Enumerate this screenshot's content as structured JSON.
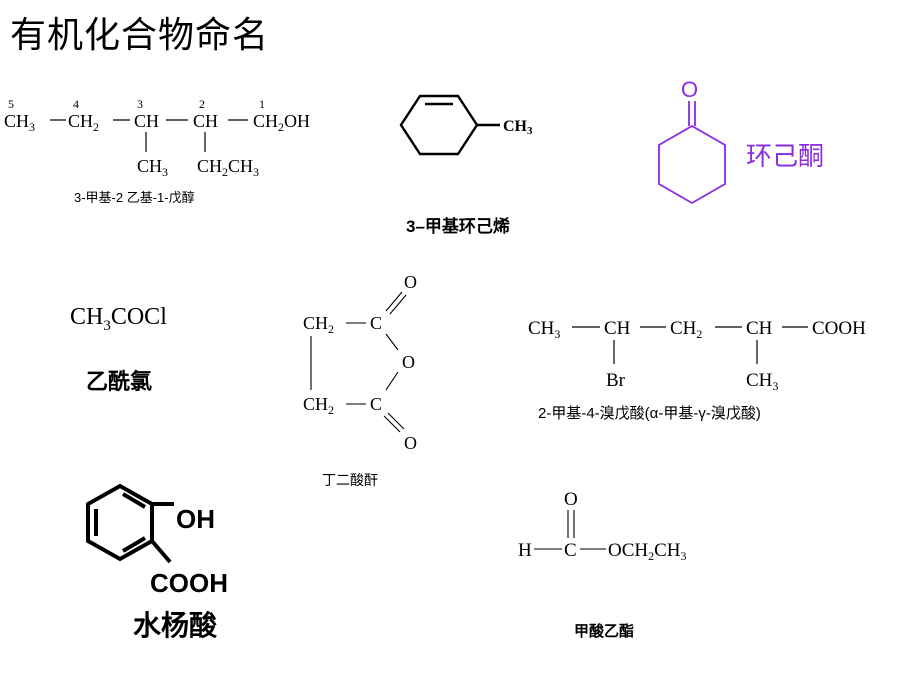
{
  "title": "有机化合物命名",
  "accent_color": "#8a2be2",
  "compounds": [
    {
      "id": "methyl-ethyl-pentanol",
      "numbers": [
        "5",
        "4",
        "3",
        "2",
        "1"
      ],
      "main_chain": [
        "CH3",
        "CH2",
        "CH",
        "CH",
        "CH2OH"
      ],
      "substituents": [
        "CH3",
        "CH2CH3"
      ],
      "name": "3-甲基-2 乙基-1-戊醇"
    },
    {
      "id": "methylcyclohexene",
      "group": "CH3",
      "name": "3–甲基环己烯"
    },
    {
      "id": "cyclohexanone",
      "atom": "O",
      "name": "环己酮"
    },
    {
      "id": "acetyl-chloride",
      "formula": "CH3COCl",
      "name": "乙酰氯"
    },
    {
      "id": "succinic-anhydride",
      "atoms": [
        "O",
        "CH2",
        "C",
        "O",
        "CH2",
        "C",
        "O"
      ],
      "name": "丁二酸酐"
    },
    {
      "id": "bromo-methyl-pentanoic-acid",
      "main_chain": [
        "CH3",
        "CH",
        "CH2",
        "CH",
        "COOH"
      ],
      "substituents": [
        "Br",
        "CH3"
      ],
      "name": "2-甲基-4-溴戊酸(α-甲基-γ-溴戊酸)"
    },
    {
      "id": "salicylic-acid",
      "groups": [
        "OH",
        "COOH"
      ],
      "name": "水杨酸"
    },
    {
      "id": "ethyl-formate",
      "atoms": [
        "O",
        "H",
        "C",
        "OCH2CH3"
      ],
      "name": "甲酸乙酯"
    }
  ]
}
